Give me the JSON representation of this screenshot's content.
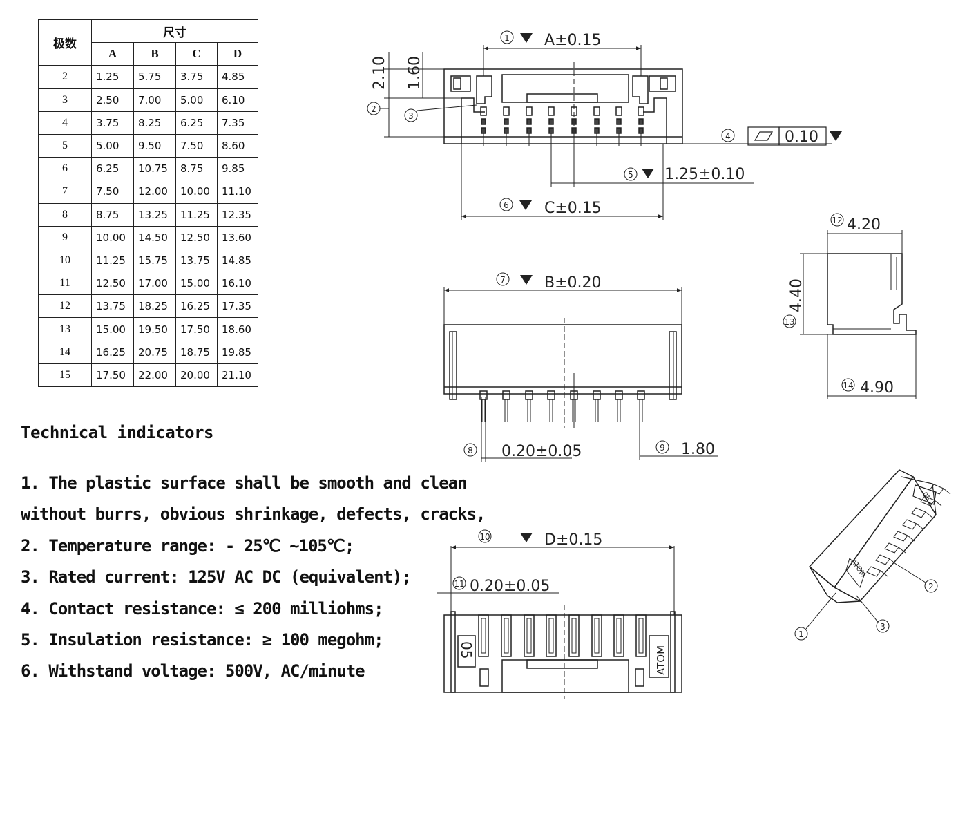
{
  "table": {
    "header_poles": "极数",
    "header_size": "尺寸",
    "columns": [
      "A",
      "B",
      "C",
      "D"
    ],
    "rows": [
      [
        "2",
        "1.25",
        "5.75",
        "3.75",
        "4.85"
      ],
      [
        "3",
        "2.50",
        "7.00",
        "5.00",
        "6.10"
      ],
      [
        "4",
        "3.75",
        "8.25",
        "6.25",
        "7.35"
      ],
      [
        "5",
        "5.00",
        "9.50",
        "7.50",
        "8.60"
      ],
      [
        "6",
        "6.25",
        "10.75",
        "8.75",
        "9.85"
      ],
      [
        "7",
        "7.50",
        "12.00",
        "10.00",
        "11.10"
      ],
      [
        "8",
        "8.75",
        "13.25",
        "11.25",
        "12.35"
      ],
      [
        "9",
        "10.00",
        "14.50",
        "12.50",
        "13.60"
      ],
      [
        "10",
        "11.25",
        "15.75",
        "13.75",
        "14.85"
      ],
      [
        "11",
        "12.50",
        "17.00",
        "15.00",
        "16.10"
      ],
      [
        "12",
        "13.75",
        "18.25",
        "16.25",
        "17.35"
      ],
      [
        "13",
        "15.00",
        "19.50",
        "17.50",
        "18.60"
      ],
      [
        "14",
        "16.25",
        "20.75",
        "18.75",
        "19.85"
      ],
      [
        "15",
        "17.50",
        "22.00",
        "20.00",
        "21.10"
      ]
    ]
  },
  "technical": {
    "title": "Technical indicators",
    "items": [
      "1. The plastic surface shall be smooth and clean",
      "without burrs, obvious shrinkage, defects, cracks,",
      "2. Temperature range: - 25℃ ~105℃;",
      "3. Rated current: 125V AC DC (equivalent);",
      "4. Contact resistance: ≤ 200 milliohms;",
      "5.  Insulation resistance: ≥ 100 megohm;",
      "6. Withstand voltage: 500V, AC/minute"
    ]
  },
  "drawing": {
    "dim_a": "A±0.15",
    "dim_b": "B±0.20",
    "dim_c": "C±0.15",
    "dim_d": "D±0.15",
    "dim_pitch": "1.25±0.10",
    "dim_flatness": "0.10",
    "dim_pin_width": "0.20±0.05",
    "dim_pin_len": "1.80",
    "dim_thk": "0.20±0.05",
    "dim_h1": "2.10",
    "dim_h2": "1.60",
    "dim_side_w": "4.20",
    "dim_side_h": "4.40",
    "dim_side_base": "4.90",
    "marking_count": "05",
    "marking_brand": "ATOM",
    "callouts": [
      "1",
      "2",
      "3",
      "4",
      "5",
      "6",
      "7",
      "8",
      "9",
      "10",
      "11",
      "12",
      "13",
      "14"
    ]
  }
}
